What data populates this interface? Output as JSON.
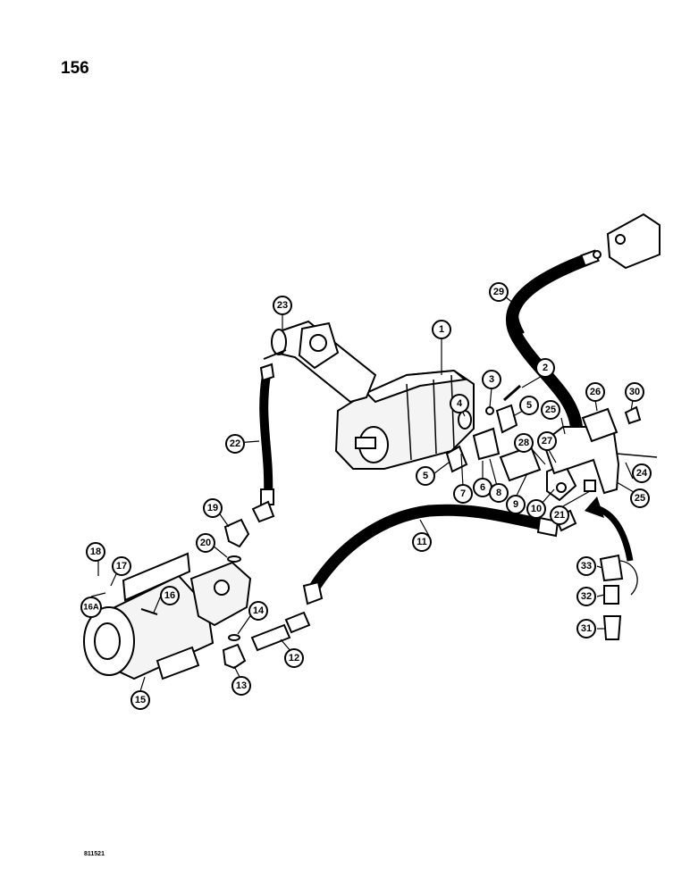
{
  "page": {
    "number": "156",
    "figure_code": "811521"
  },
  "callouts": [
    {
      "id": "c1",
      "label": "1"
    },
    {
      "id": "c2",
      "label": "2"
    },
    {
      "id": "c3",
      "label": "3"
    },
    {
      "id": "c4",
      "label": "4"
    },
    {
      "id": "c5a",
      "label": "5"
    },
    {
      "id": "c5b",
      "label": "5"
    },
    {
      "id": "c6",
      "label": "6"
    },
    {
      "id": "c7",
      "label": "7"
    },
    {
      "id": "c8",
      "label": "8"
    },
    {
      "id": "c9",
      "label": "9"
    },
    {
      "id": "c10",
      "label": "10"
    },
    {
      "id": "c11",
      "label": "11"
    },
    {
      "id": "c12",
      "label": "12"
    },
    {
      "id": "c13",
      "label": "13"
    },
    {
      "id": "c14",
      "label": "14"
    },
    {
      "id": "c15",
      "label": "15"
    },
    {
      "id": "c16",
      "label": "16"
    },
    {
      "id": "c16a",
      "label": "16A"
    },
    {
      "id": "c17",
      "label": "17"
    },
    {
      "id": "c18",
      "label": "18"
    },
    {
      "id": "c19",
      "label": "19"
    },
    {
      "id": "c20",
      "label": "20"
    },
    {
      "id": "c21",
      "label": "21"
    },
    {
      "id": "c22",
      "label": "22"
    },
    {
      "id": "c23",
      "label": "23"
    },
    {
      "id": "c24",
      "label": "24"
    },
    {
      "id": "c25a",
      "label": "25"
    },
    {
      "id": "c25b",
      "label": "25"
    },
    {
      "id": "c26",
      "label": "26"
    },
    {
      "id": "c27",
      "label": "27"
    },
    {
      "id": "c28",
      "label": "28"
    },
    {
      "id": "c29",
      "label": "29"
    },
    {
      "id": "c30",
      "label": "30"
    },
    {
      "id": "c31",
      "label": "31"
    },
    {
      "id": "c32",
      "label": "32"
    },
    {
      "id": "c33",
      "label": "33"
    }
  ]
}
